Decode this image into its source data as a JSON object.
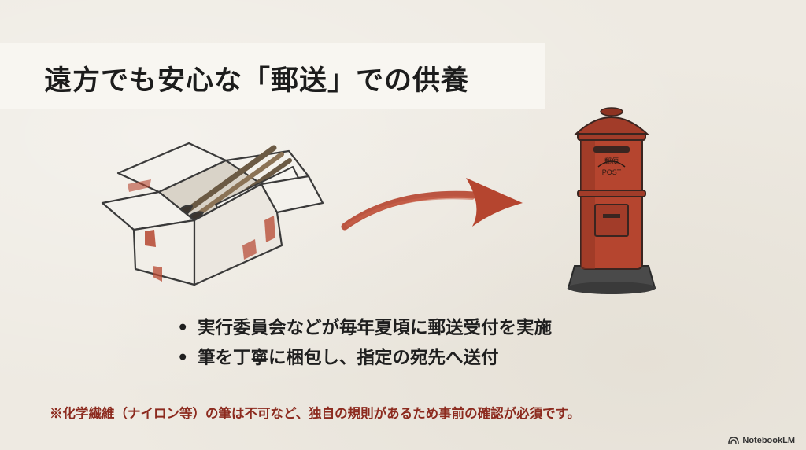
{
  "slide": {
    "title": "遠方でも安心な「郵送」での供養",
    "bullets": [
      "実行委員会などが毎年夏頃に郵送受付を実施",
      "筆を丁寧に梱包し、指定の宛先へ送付"
    ],
    "note": "※化学繊維（ナイロン等）の筆は不可など、独自の規則があるため事前の確認が必須です。",
    "bullet_symbol": "•"
  },
  "illustrations": {
    "box": "cardboard-box-with-brushes",
    "arrow": "red-brush-arrow",
    "postbox": "red-postbox",
    "postbox_label": "POST",
    "postbox_kanji": "郵便"
  },
  "branding": {
    "label": "NotebookLM",
    "icon": "notebooklm-icon"
  },
  "colors": {
    "background": "#eeeae2",
    "title_band": "#f8f6f1",
    "text": "#1c1c1c",
    "accent_red": "#b5452f",
    "note_red": "#8c2a1e"
  }
}
